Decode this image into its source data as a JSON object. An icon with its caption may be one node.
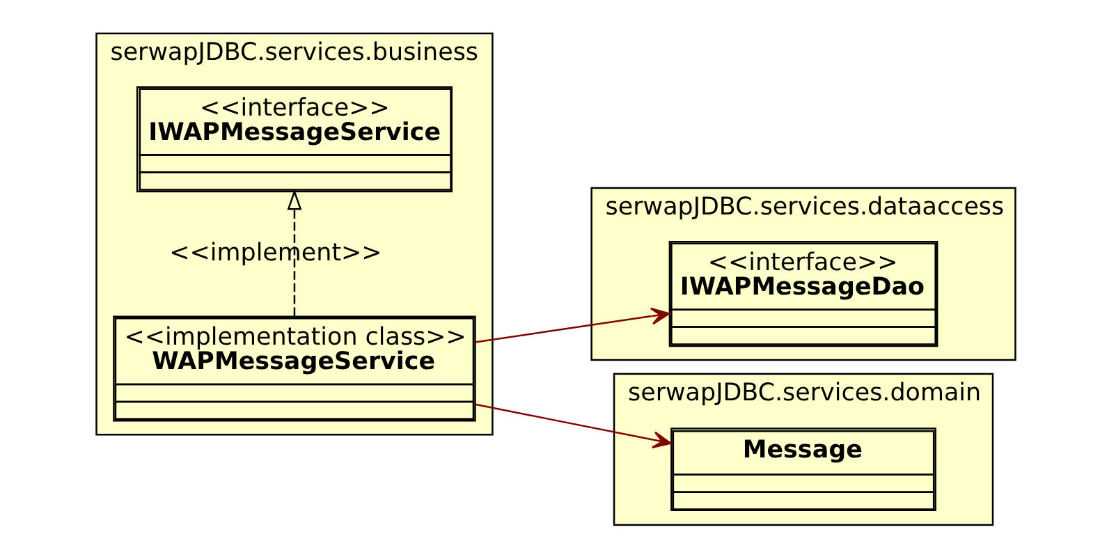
{
  "diagram": {
    "nodes": [
      {
        "text": [
          "serwapJDBC.services.business"
        ]
      },
      {
        "text": [
          "<<interface>>",
          "IWAPMessageService"
        ],
        "in": 0
      },
      {
        "text": [
          "<<implementation class>>",
          "WAPMessageService"
        ],
        "in": 0
      },
      {
        "text": [
          "serwapJDBC.services.dataaccess"
        ]
      },
      {
        "text": [
          "<<interface>>",
          "IWAPMessageDao"
        ],
        "in": 3
      },
      {
        "text": [
          "serwapJDBC.services.domain"
        ]
      },
      {
        "text": [
          "Message"
        ],
        "in": 5
      }
    ],
    "edges": [
      {
        "from": 2,
        "to": 1,
        "arrow": "to",
        "label": "<<implement>>",
        "style": "dashed",
        "color": "#000000"
      },
      {
        "from": 2,
        "to": 4,
        "arrow": "to"
      },
      {
        "from": 2,
        "to": 6,
        "arrow": "to"
      }
    ]
  }
}
